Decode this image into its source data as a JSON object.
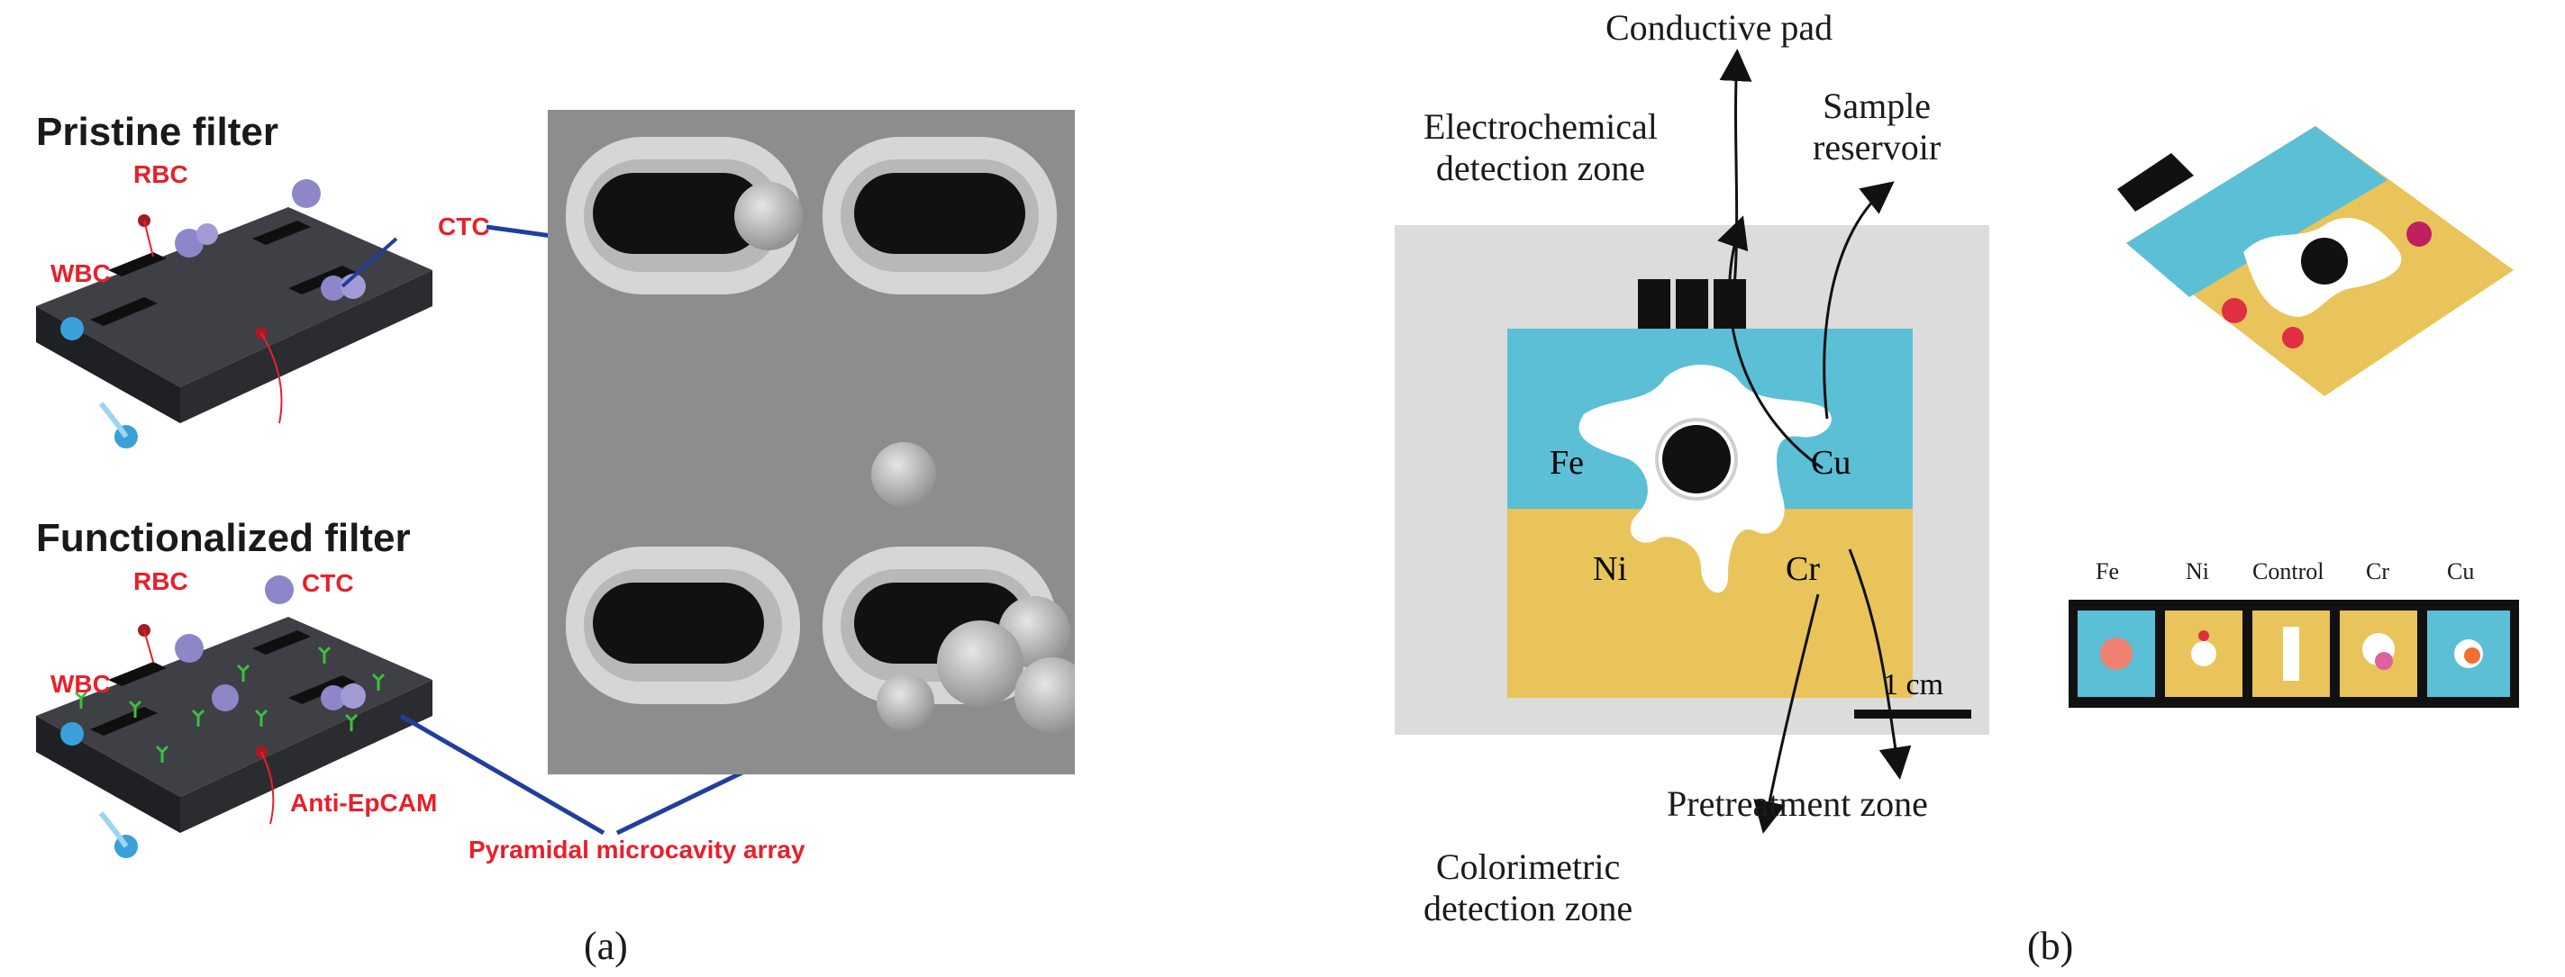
{
  "panel_a": {
    "caption": "(a)",
    "pristine": {
      "title": "Pristine filter",
      "labels": {
        "rbc": "RBC",
        "wbc": "WBC",
        "ctc": "CTC"
      }
    },
    "functionalized": {
      "title": "Functionalized filter",
      "labels": {
        "rbc": "RBC",
        "wbc": "WBC",
        "ctc": "CTC",
        "antibody": "Anti-EpCAM",
        "array": "Pyramidal microcavity array"
      }
    },
    "sem_image": "sem-micrograph"
  },
  "panel_b": {
    "caption": "(b)",
    "annotations": {
      "conductive_pad": "Conductive pad",
      "electrochemical": [
        "Electrochemical",
        "detection zone"
      ],
      "sample": [
        "Sample",
        "reservoir"
      ],
      "pretreatment": "Pretreatment zone",
      "colorimetric": [
        "Colorimetric",
        "detection zone"
      ]
    },
    "device_labels": {
      "fe": "Fe",
      "cu": "Cu",
      "ni": "Ni",
      "cr": "Cr"
    },
    "scale_bar": "1 cm",
    "strip_labels": [
      "Fe",
      "Ni",
      "Control",
      "Cr",
      "Cu"
    ],
    "colors": {
      "blue_zone": "#5bbfd6",
      "yellow_zone": "#e8c45a",
      "red_label": "#e8202a"
    }
  }
}
